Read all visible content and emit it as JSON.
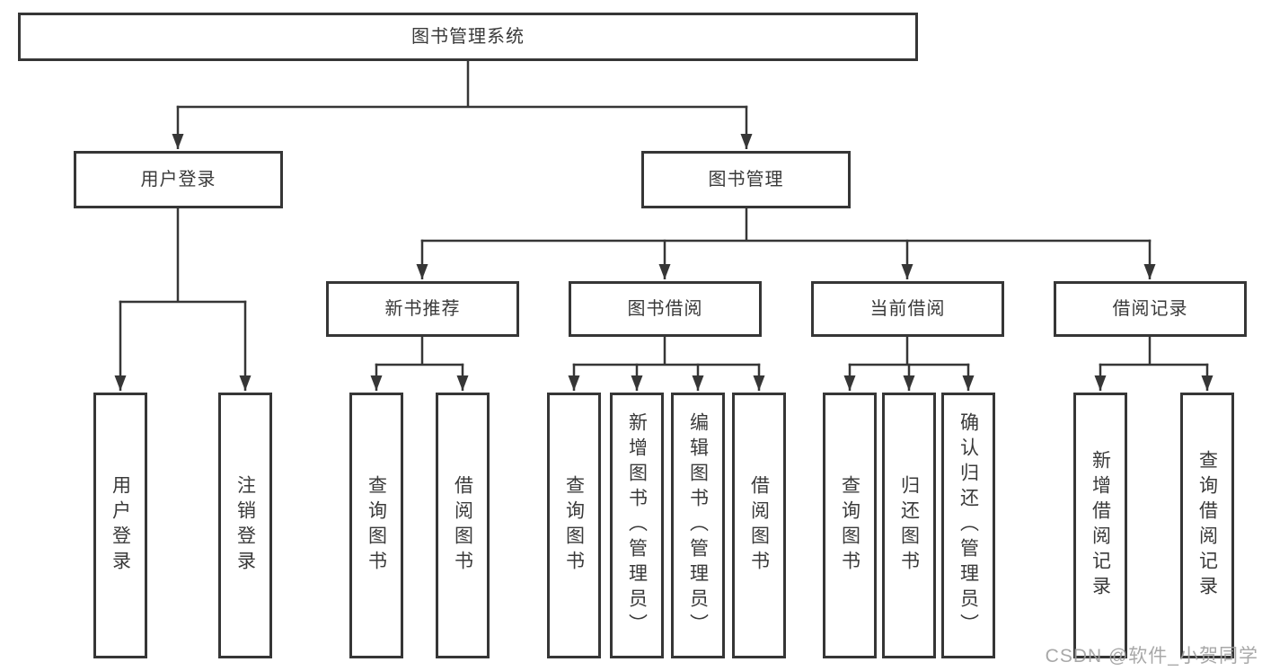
{
  "diagram": {
    "root": "图书管理系统",
    "branches": {
      "user_login": {
        "label": "用户登录",
        "children": [
          "用户登录",
          "注销登录"
        ]
      },
      "book_mgmt": {
        "label": "图书管理"
      }
    },
    "book_mgmt_sections": {
      "new_book": {
        "label": "新书推荐",
        "children": [
          "查询图书",
          "借阅图书"
        ]
      },
      "book_borrow": {
        "label": "图书借阅",
        "children": [
          "查询图书",
          "新增图书（管理员）",
          "编辑图书（管理员）",
          "借阅图书"
        ]
      },
      "current_borrow": {
        "label": "当前借阅",
        "children": [
          "查询图书",
          "归还图书",
          "确认归还（管理员）"
        ]
      },
      "borrow_record": {
        "label": "借阅记录",
        "children": [
          "新增借阅记录",
          "查询借阅记录"
        ]
      }
    },
    "watermark": "CSDN @软件_小贺同学",
    "colors": {
      "line": "#363636",
      "text": "#3a3a3a",
      "watermark": "#9e9e9e",
      "background": "#ffffff"
    }
  }
}
